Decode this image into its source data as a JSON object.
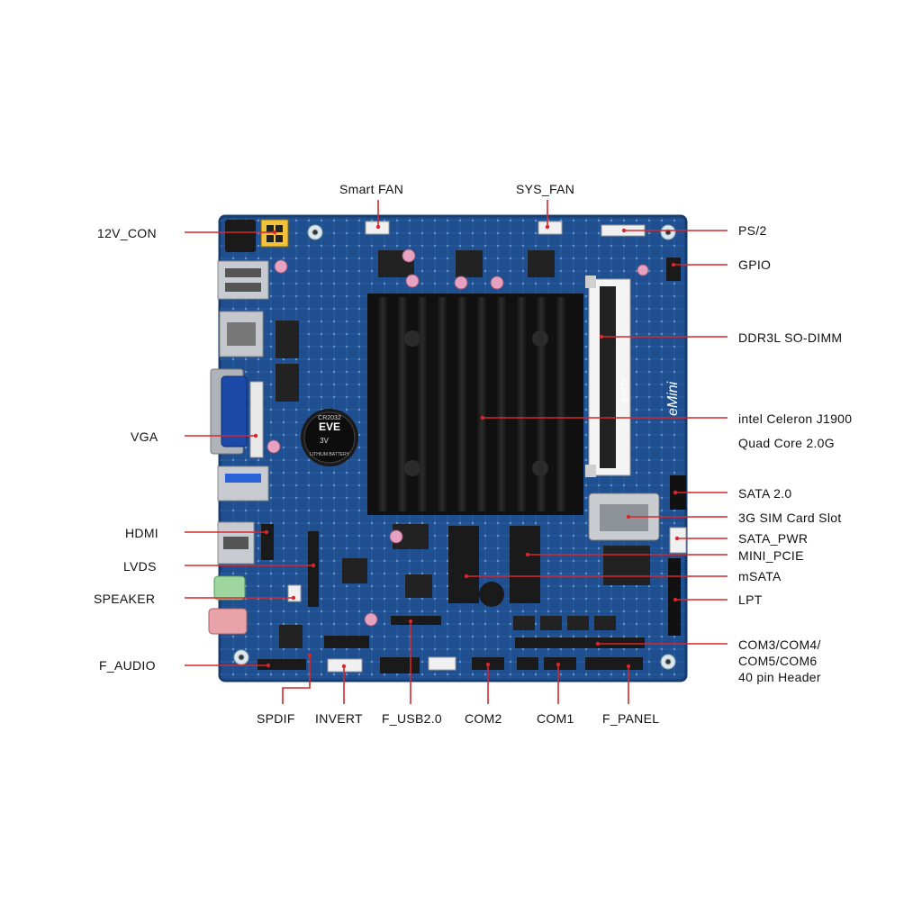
{
  "labels": {
    "smart_fan": "Smart FAN",
    "sys_fan": "SYS_FAN",
    "con_12v": "12V_CON",
    "ps2": "PS/2",
    "gpio": "GPIO",
    "ddr3l": "DDR3L SO-DIMM",
    "cpu_line1": "intel Celeron J1900",
    "cpu_line2": "Quad Core 2.0G",
    "vga": "VGA",
    "sata20": "SATA 2.0",
    "sim": "3G SIM Card Slot",
    "hdmi": "HDMI",
    "sata_pwr": "SATA_PWR",
    "mini_pcie": "MINI_PCIE",
    "lvds": "LVDS",
    "msata": "mSATA",
    "speaker": "SPEAKER",
    "lpt": "LPT",
    "com_line1": "COM3/COM4/",
    "com_line2": "COM5/COM6",
    "com_line3": "40 pin Header",
    "f_audio": "F_AUDIO",
    "spdif": "SPDIF",
    "invert": "INVERT",
    "f_usb": "F_USB2.0",
    "com2": "COM2",
    "com1": "COM1",
    "f_panel": "F_PANEL"
  },
  "board_marks": {
    "battery_brand": "EVE",
    "battery_model": "CR2032",
    "battery_voltage": "3V",
    "battery_type": "LITHIUM BATTERY",
    "logo": "eMini",
    "dimm_text": "4CNFB"
  },
  "colors": {
    "leader": "#d8262a",
    "pcb": "#1f4f8f",
    "pcb_dark": "#163c70",
    "heatsink": "#141414"
  }
}
